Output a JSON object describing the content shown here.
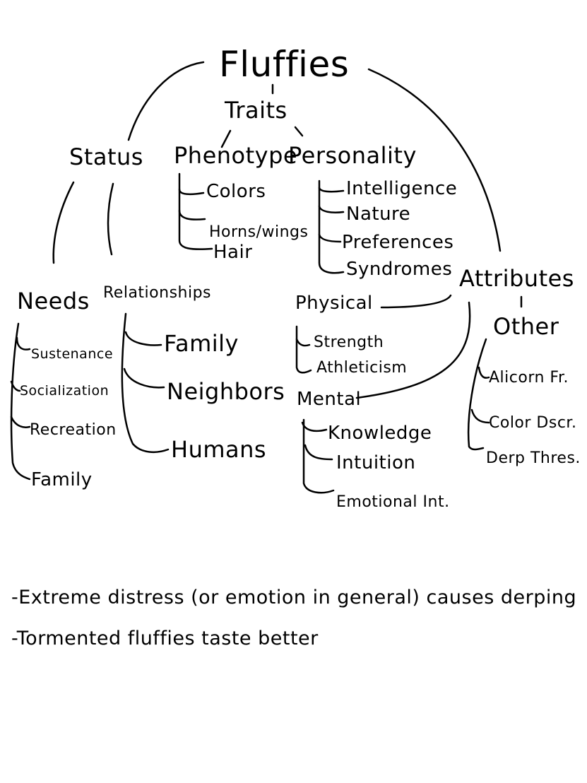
{
  "diagram": {
    "root": "Fluffies",
    "traits": {
      "label": "Traits",
      "phenotype": {
        "label": "Phenotype",
        "items": [
          "Colors",
          "Horns/wings",
          "Hair"
        ]
      },
      "personality": {
        "label": "Personality",
        "items": [
          "Intelligence",
          "Nature",
          "Preferences",
          "Syndromes"
        ]
      }
    },
    "status": {
      "label": "Status",
      "needs": {
        "label": "Needs",
        "items": [
          "Sustenance",
          "Socialization",
          "Recreation",
          "Family"
        ]
      },
      "relationships": {
        "label": "Relationships",
        "items": [
          "Family",
          "Neighbors",
          "Humans"
        ]
      }
    },
    "attributes": {
      "label": "Attributes",
      "physical": {
        "label": "Physical",
        "items": [
          "Strength",
          "Athleticism"
        ]
      },
      "mental": {
        "label": "Mental",
        "items": [
          "Knowledge",
          "Intuition",
          "Emotional Int."
        ]
      },
      "other": {
        "label": "Other",
        "items": [
          "Alicorn Fr.",
          "Color Dscr.",
          "Derp Thres."
        ]
      }
    }
  },
  "notes": [
    "-Extreme distress (or emotion in general) causes derping",
    "-Tormented fluffies taste better"
  ]
}
